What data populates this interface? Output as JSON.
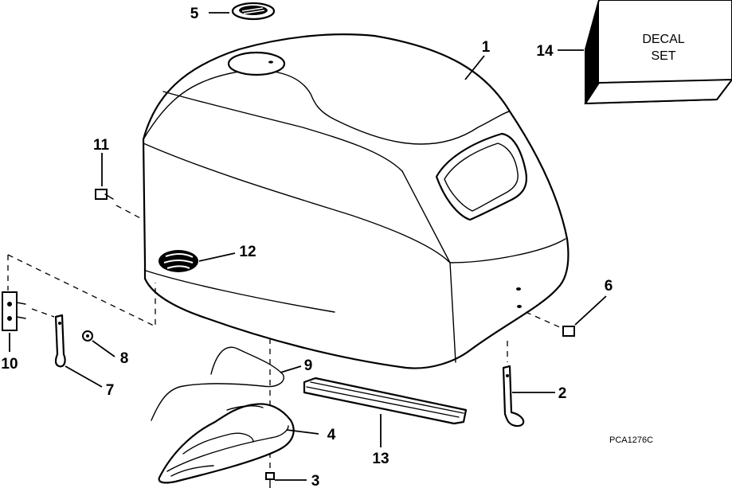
{
  "callouts": {
    "c1": "1",
    "c2": "2",
    "c3": "3",
    "c4": "4",
    "c5": "5",
    "c6": "6",
    "c7": "7",
    "c8": "8",
    "c9": "9",
    "c10": "10",
    "c11": "11",
    "c12": "12",
    "c13": "13",
    "c14": "14"
  },
  "decal_box": {
    "line1": "DECAL",
    "line2": "SET"
  },
  "drawing_code": "PCA1276C"
}
